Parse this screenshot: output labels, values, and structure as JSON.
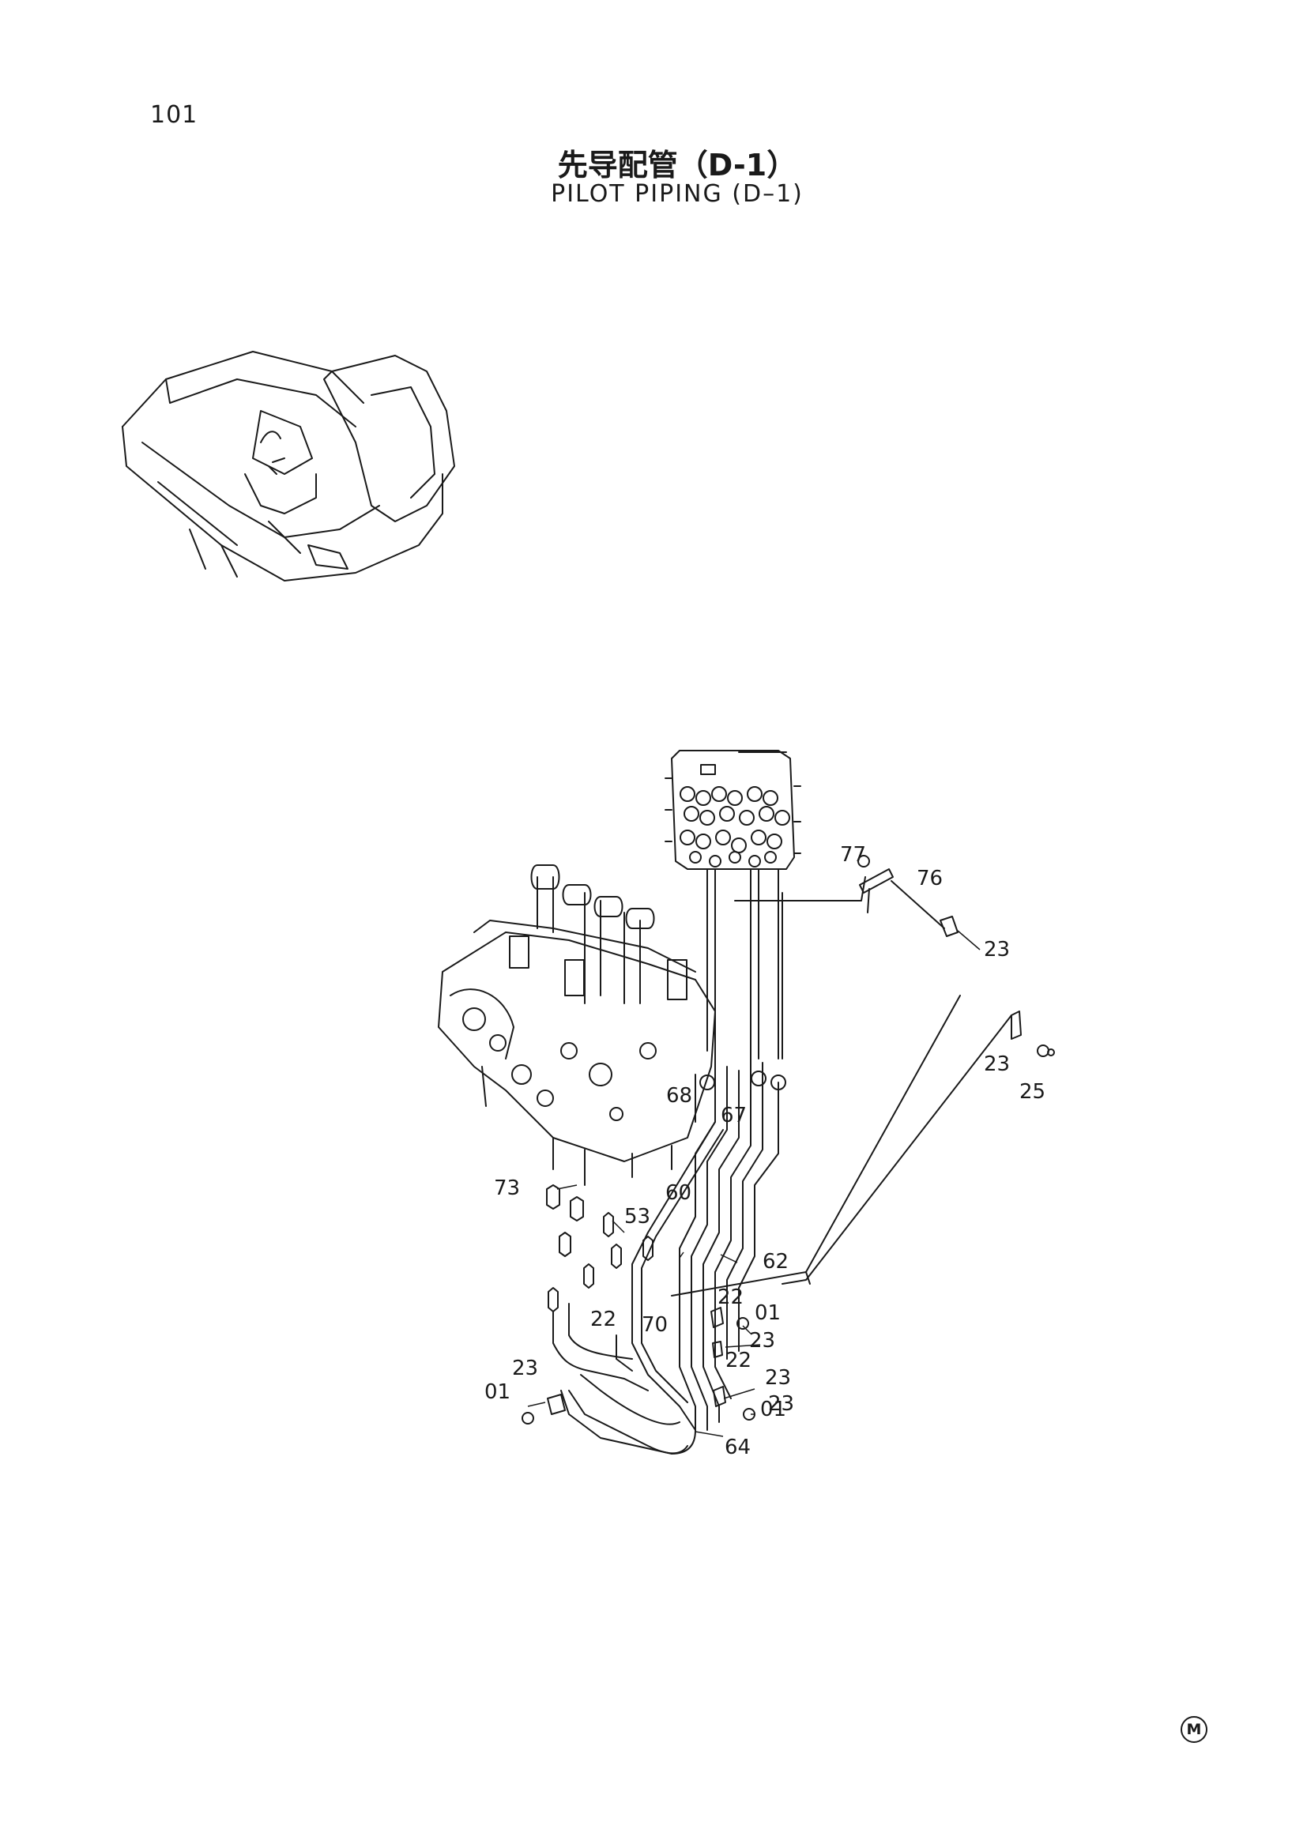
{
  "page_number": "101",
  "title_cn": "先导配管（D-1）",
  "title_en": "PILOT PIPING (D–1)",
  "callouts": [
    "77",
    "76",
    "23",
    "23",
    "25",
    "68",
    "67",
    "73",
    "53",
    "60",
    "62",
    "22",
    "01",
    "22",
    "70",
    "23",
    "22",
    "23",
    "23",
    "01",
    "23",
    "01",
    "64"
  ],
  "corner_mark": "M"
}
